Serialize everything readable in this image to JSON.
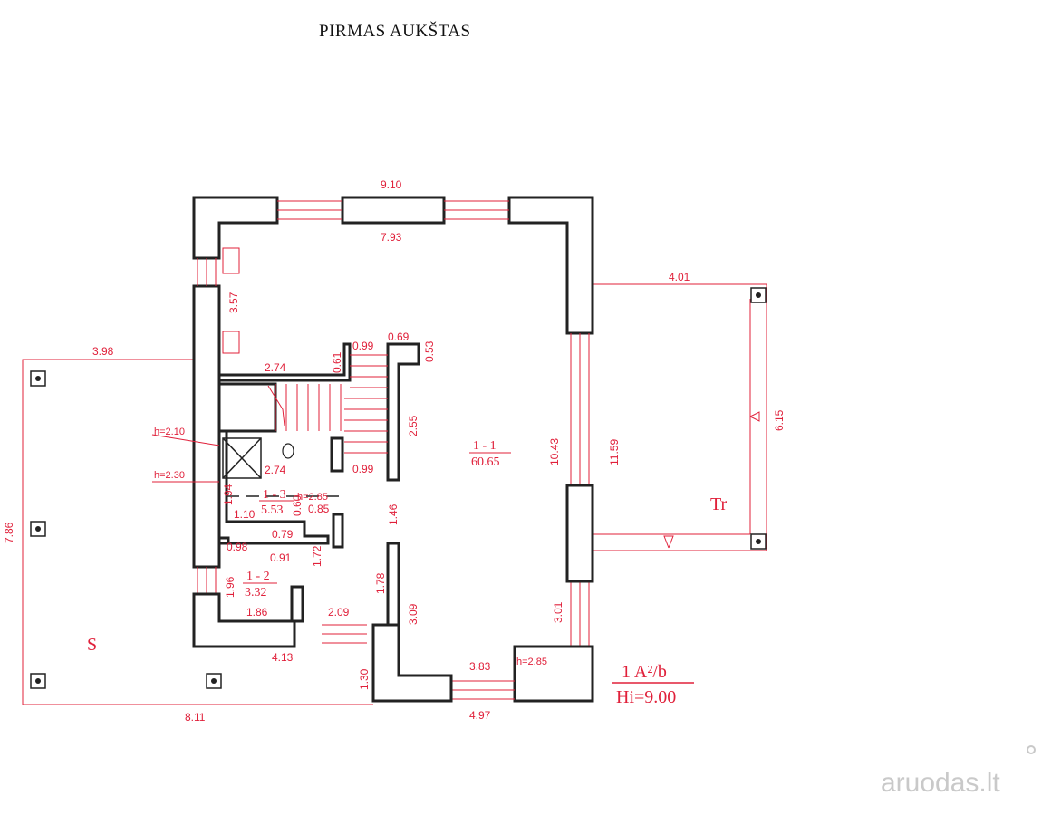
{
  "title": "PIRMAS AUKŠTAS",
  "dimensions": {
    "top_overall": "9.10",
    "top_inner": "7.93",
    "left_room_height": "3.57",
    "stair_width": "2.74",
    "stair_width2": "2.74",
    "stair_top": "0.99",
    "stair_bottom": "0.99",
    "stair_wall": "0.69",
    "stair_side": "0.53",
    "stair_small": "0.61",
    "stair_len": "2.55",
    "terrace_s_width": "3.98",
    "terrace_s_height": "7.86",
    "terrace_s_bottom": "8.11",
    "terrace_tr_width": "4.01",
    "terrace_tr_height": "6.15",
    "hall_height": "10.43",
    "hall_height_outer": "11.59",
    "bath_height": "1.94",
    "bath_width": "1.10",
    "bath_d1": "0.60",
    "bath_d2": "0.79",
    "bath_d3": "0.85",
    "corr_w": "1.46",
    "room12_w1": "0.98",
    "room12_w2": "0.91",
    "room12_h": "1.72",
    "room12_height": "1.96",
    "room12_bottom": "1.86",
    "entrance_w": "2.09",
    "entrance_h": "1.78",
    "left_bottom": "4.13",
    "entry_h": "1.30",
    "lower_hall_h": "3.09",
    "lower_right_h": "3.01",
    "bottom_inner": "3.83",
    "bottom_outer": "4.97"
  },
  "heights": {
    "h1": "h=2.10",
    "h2": "h=2.30",
    "h3": "h=2.85",
    "h4": "h=2.85"
  },
  "rooms": {
    "r11_id": "1 - 1",
    "r11_area": "60.65",
    "r13_id": "1 - 3",
    "r13_area": "5.53",
    "r12_id": "1 - 2",
    "r12_area": "3.32"
  },
  "labels": {
    "terrace_s": "S",
    "terrace_tr": "Tr",
    "class_line1": "1 A²/b",
    "class_line2": "Hi=9.00"
  },
  "watermark": "aruodas.lt",
  "colors": {
    "dimension": "#e0203a",
    "wall": "#222222"
  }
}
